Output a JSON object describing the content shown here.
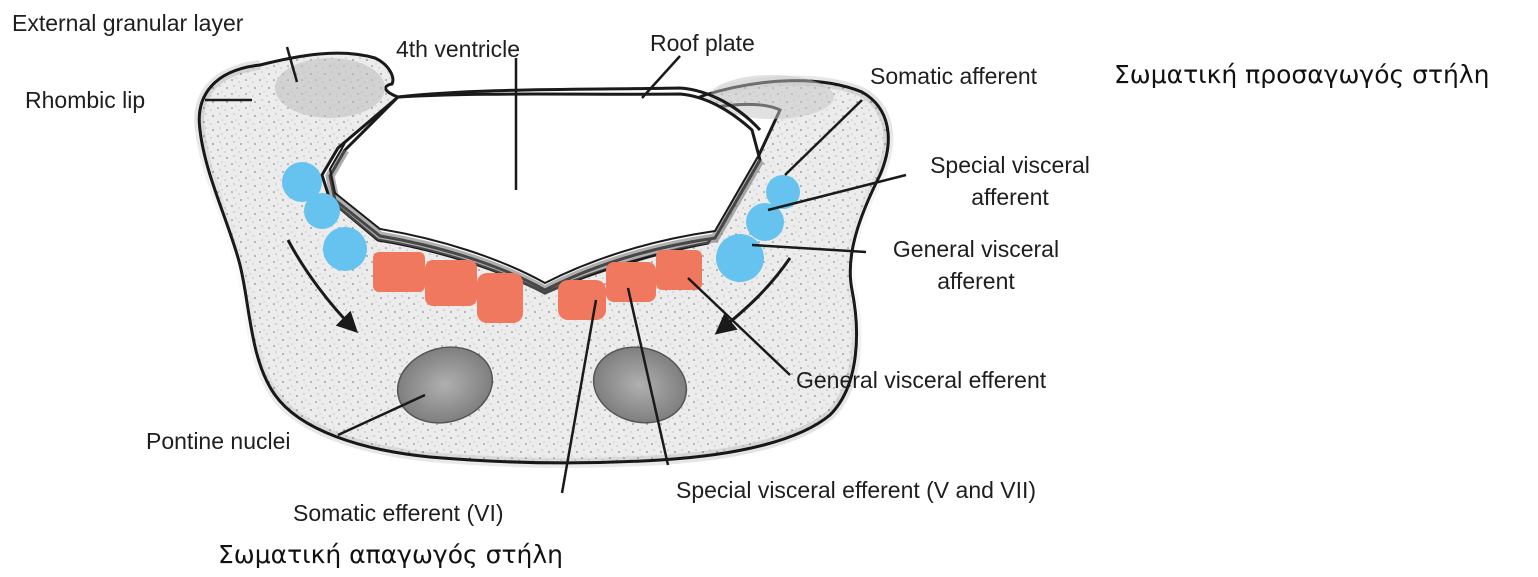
{
  "figure": {
    "labels": {
      "external_granular_layer": "External granular layer",
      "fourth_ventricle": "4th ventricle",
      "roof_plate": "Roof plate",
      "rhombic_lip": "Rhombic lip",
      "somatic_afferent": "Somatic afferent",
      "special_visceral_afferent_1": "Special visceral",
      "special_visceral_afferent_2": "afferent",
      "general_visceral_afferent_1": "General visceral",
      "general_visceral_afferent_2": "afferent",
      "general_visceral_efferent": "General visceral efferent",
      "pontine_nuclei": "Pontine nuclei",
      "special_visceral_efferent": "Special visceral efferent (V and VII)",
      "somatic_efferent": "Somatic efferent (VI)"
    },
    "annotations": {
      "somatic_afferent_greek": "Σωματική προσαγωγός στήλη",
      "somatic_efferent_greek": "Σωματική απαγωγός στήλη"
    },
    "colors": {
      "afferent_columns": "#66c2ee",
      "efferent_columns": "#f0785e",
      "tissue_fill": "#ebebeb",
      "outline": "#1a1a1a",
      "nuclei_fill": "#9a9a9a"
    }
  }
}
